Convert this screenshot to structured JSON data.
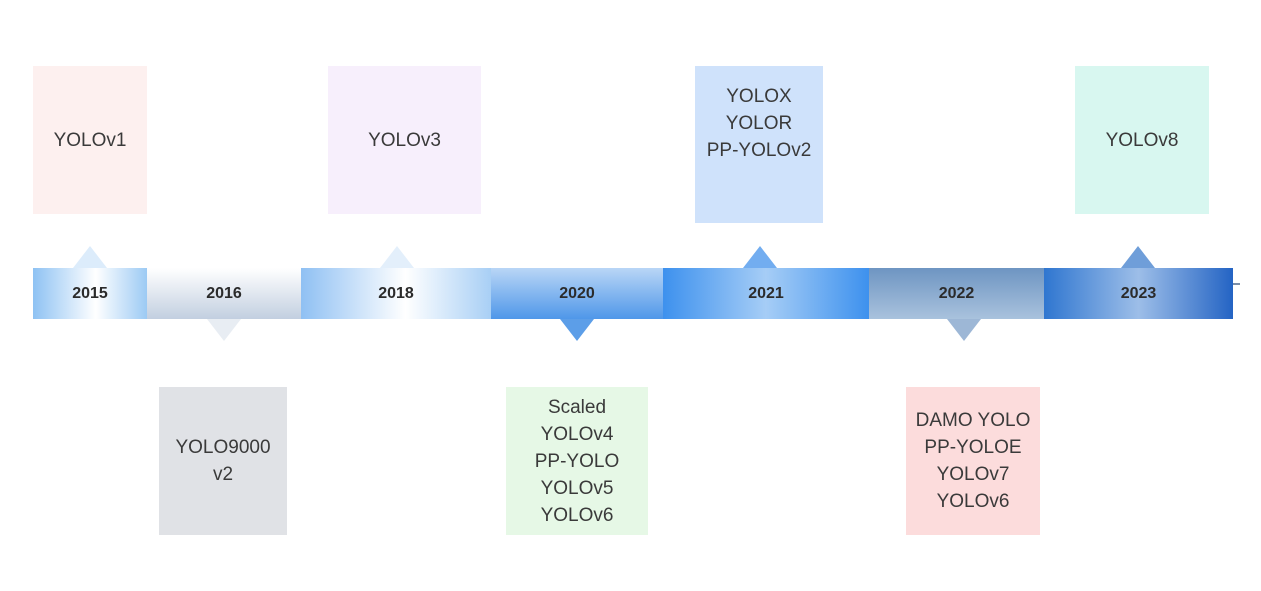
{
  "timeline": {
    "years": [
      {
        "label": "2015"
      },
      {
        "label": "2016"
      },
      {
        "label": "2018"
      },
      {
        "label": "2020"
      },
      {
        "label": "2021"
      },
      {
        "label": "2022"
      },
      {
        "label": "2023"
      }
    ]
  },
  "cards": {
    "y2015": {
      "lines": [
        "YOLOv1"
      ],
      "color": "#fdf0ef"
    },
    "y2016": {
      "lines": [
        "YOLO9000",
        "v2"
      ],
      "color": "#e0e2e6"
    },
    "y2018": {
      "lines": [
        "YOLOv3"
      ],
      "color": "#f7effc"
    },
    "y2020": {
      "lines": [
        "Scaled",
        "YOLOv4",
        "PP-YOLO",
        "YOLOv5",
        "YOLOv6"
      ],
      "color": "#e6f8e6"
    },
    "y2021": {
      "lines": [
        "YOLOX",
        "YOLOR",
        "PP-YOLOv2"
      ],
      "color": "#cfe2fb"
    },
    "y2022": {
      "lines": [
        "DAMO YOLO",
        "PP-YOLOE",
        "YOLOv7",
        "YOLOv6"
      ],
      "color": "#fcdcdc"
    },
    "y2023": {
      "lines": [
        "YOLOv8"
      ],
      "color": "#d8f7f0"
    }
  }
}
